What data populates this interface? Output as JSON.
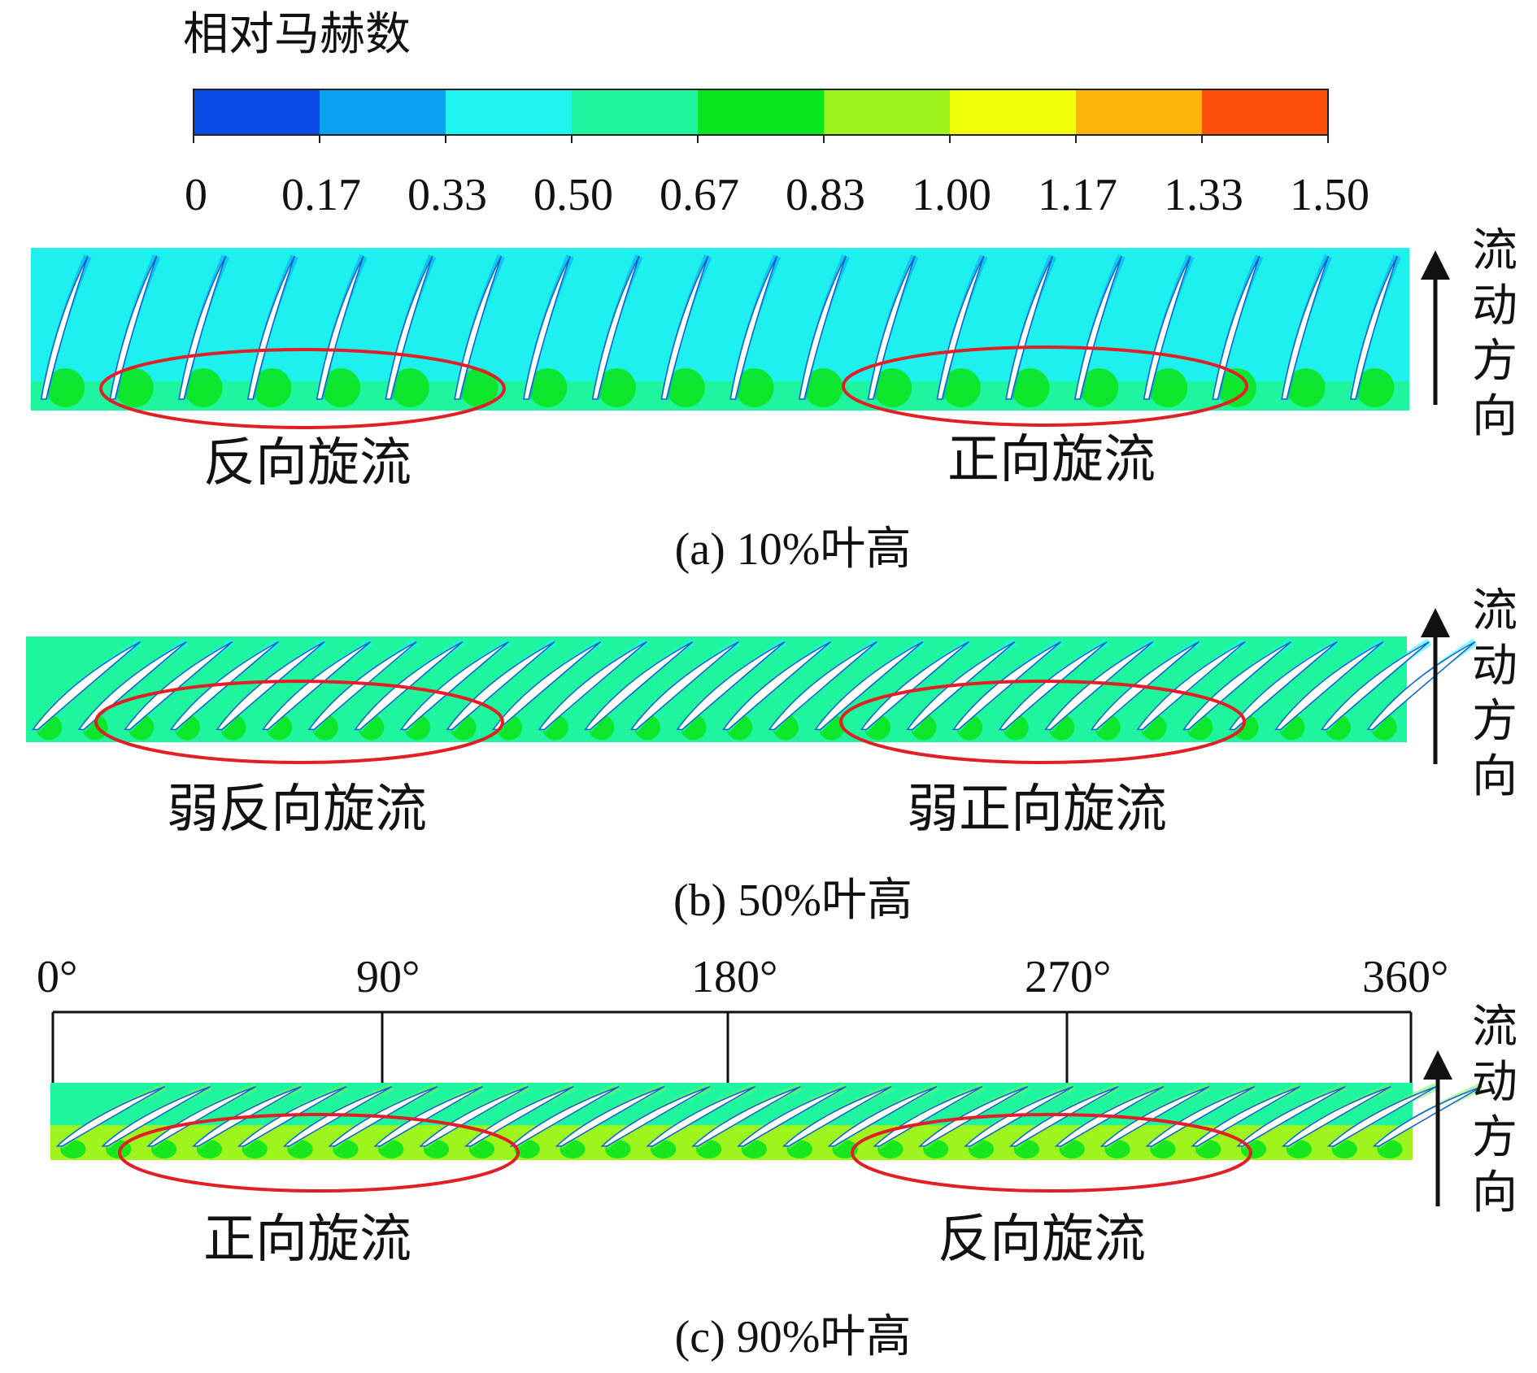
{
  "legend": {
    "title": "相对马赫数",
    "ticks": [
      "0",
      "0.17",
      "0.33",
      "0.50",
      "0.67",
      "0.83",
      "1.00",
      "1.17",
      "1.33",
      "1.50"
    ],
    "colors": [
      "#0a4be8",
      "#0aa2f0",
      "#1ef5f0",
      "#1ef59e",
      "#0ae61e",
      "#9ef51e",
      "#f0ff0a",
      "#ffb40a",
      "#ff500a"
    ]
  },
  "panels": [
    {
      "caption": "(a) 10%叶高",
      "left_annotation": "反向旋流",
      "right_annotation": "正向旋流",
      "flow_direction": "流动方向",
      "field_color": "#1ef0ee",
      "lower_color": "#1ef59e",
      "blob_color": "#0ae61e",
      "streak_color": "#0aa2f0",
      "blade_count": 20
    },
    {
      "caption": "(b) 50%叶高",
      "left_annotation": "弱反向旋流",
      "right_annotation": "弱正向旋流",
      "flow_direction": "流动方向",
      "field_color": "#1ef59e",
      "lower_color": "#1ef59e",
      "blob_color": "#0ae61e",
      "streak_color": "#1ef5f0",
      "blade_count": 30
    },
    {
      "caption": "(c) 90%叶高",
      "left_annotation": "正向旋流",
      "right_annotation": "反向旋流",
      "flow_direction": "流动方向",
      "field_color": "#1ef59e",
      "lower_color": "#9ef51e",
      "blob_color": "#0ae61e",
      "streak_color": "#6ef55e",
      "blade_count": 30
    }
  ],
  "angle_axis": [
    "0°",
    "90°",
    "180°",
    "270°",
    "360°"
  ],
  "ellipse_color": "#e01f26"
}
